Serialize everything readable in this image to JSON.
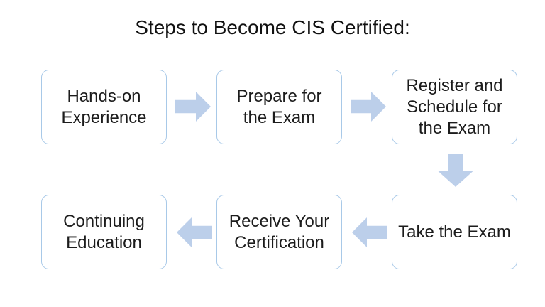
{
  "title": "Steps to Become CIS Certified:",
  "diagram": {
    "type": "flowchart",
    "steps": [
      {
        "label": "Hands-on\nExperience"
      },
      {
        "label": "Prepare for\nthe Exam"
      },
      {
        "label": "Register and\nSchedule for\nthe Exam"
      },
      {
        "label": "Take the Exam"
      },
      {
        "label": "Receive Your\nCertification"
      },
      {
        "label": "Continuing\nEducation"
      }
    ],
    "arrows": [
      {
        "from": 1,
        "to": 2,
        "direction": "right"
      },
      {
        "from": 2,
        "to": 3,
        "direction": "right"
      },
      {
        "from": 3,
        "to": 4,
        "direction": "down"
      },
      {
        "from": 4,
        "to": 5,
        "direction": "left"
      },
      {
        "from": 5,
        "to": 6,
        "direction": "left"
      }
    ],
    "colors": {
      "background": "#ffffff",
      "box_fill": "#ffffff",
      "box_border": "#a8c9e8",
      "arrow_fill": "#bccfea",
      "text": "#1c1c1c"
    }
  }
}
